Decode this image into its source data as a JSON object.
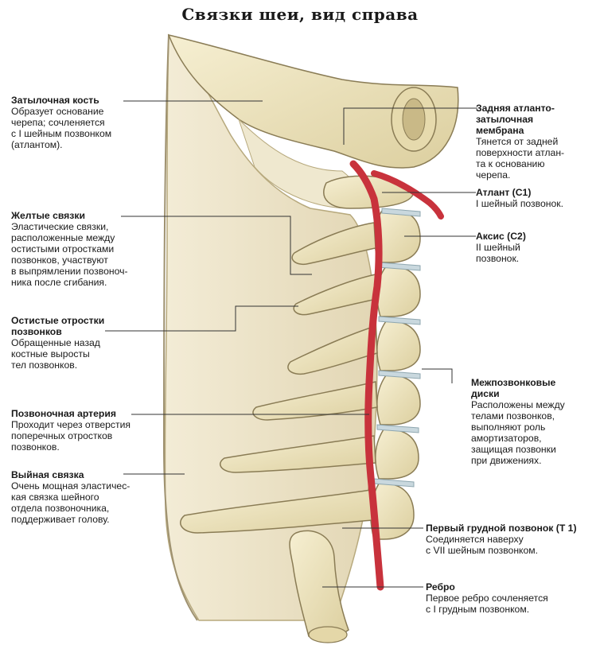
{
  "title": "Связки шеи, вид справа",
  "labels": {
    "occipital": {
      "heading": "Затылочная кость",
      "desc": "Образует основание\nчерепа; сочленяется\nс I шейным позвонком\n(атлантом)."
    },
    "yellow": {
      "heading": "Желтые связки",
      "desc": "Эластические связки,\nрасположенные между\nостистыми отростками\nпозвонков, участвуют\nв выпрямлении позвоноч-\nника после сгибания."
    },
    "spinous": {
      "heading": "Остистые отростки\nпозвонков",
      "desc": "Обращенные назад\nкостные выросты\nтел позвонков."
    },
    "artery": {
      "heading": "Позвоночная артерия",
      "desc": "Проходит через отверстия\nпоперечных отростков\nпозвонков."
    },
    "nuchal": {
      "heading": "Выйная связка",
      "desc": "Очень мощная эластичес-\nкая связка шейного\nотдела позвоночника,\nподдерживает голову."
    },
    "membrane": {
      "heading": "Задняя атланто-\nзатылочная\nмембрана",
      "desc": "Тянется от задней\nповерхности атлан-\nта к основанию\nчерепа."
    },
    "atlas": {
      "heading": "Атлант (C1)",
      "desc": "I шейный позвонок."
    },
    "axis": {
      "heading": "Аксис (C2)",
      "desc": "II шейный\nпозвонок."
    },
    "discs": {
      "heading": "Межпозвонковые\nдиски",
      "desc": "Расположены между\nтелами позвонков,\nвыполняют роль\nамортизаторов,\nзащищая позвонки\nпри движениях."
    },
    "t1": {
      "heading": "Первый грудной позвонок (Т 1)",
      "desc": "Соединяется наверху\nс VII шейным позвонком."
    },
    "rib": {
      "heading": "Ребро",
      "desc": "Первое ребро сочленяется\nс I грудным позвонком."
    }
  },
  "colors": {
    "bone": "#efe6c4",
    "bone_shadow": "#d9cc9c",
    "outline": "#8a7c55",
    "ligament": "#e8dfc6",
    "artery": "#c8323c",
    "disc": "#c9d8de",
    "leader": "#333333"
  }
}
